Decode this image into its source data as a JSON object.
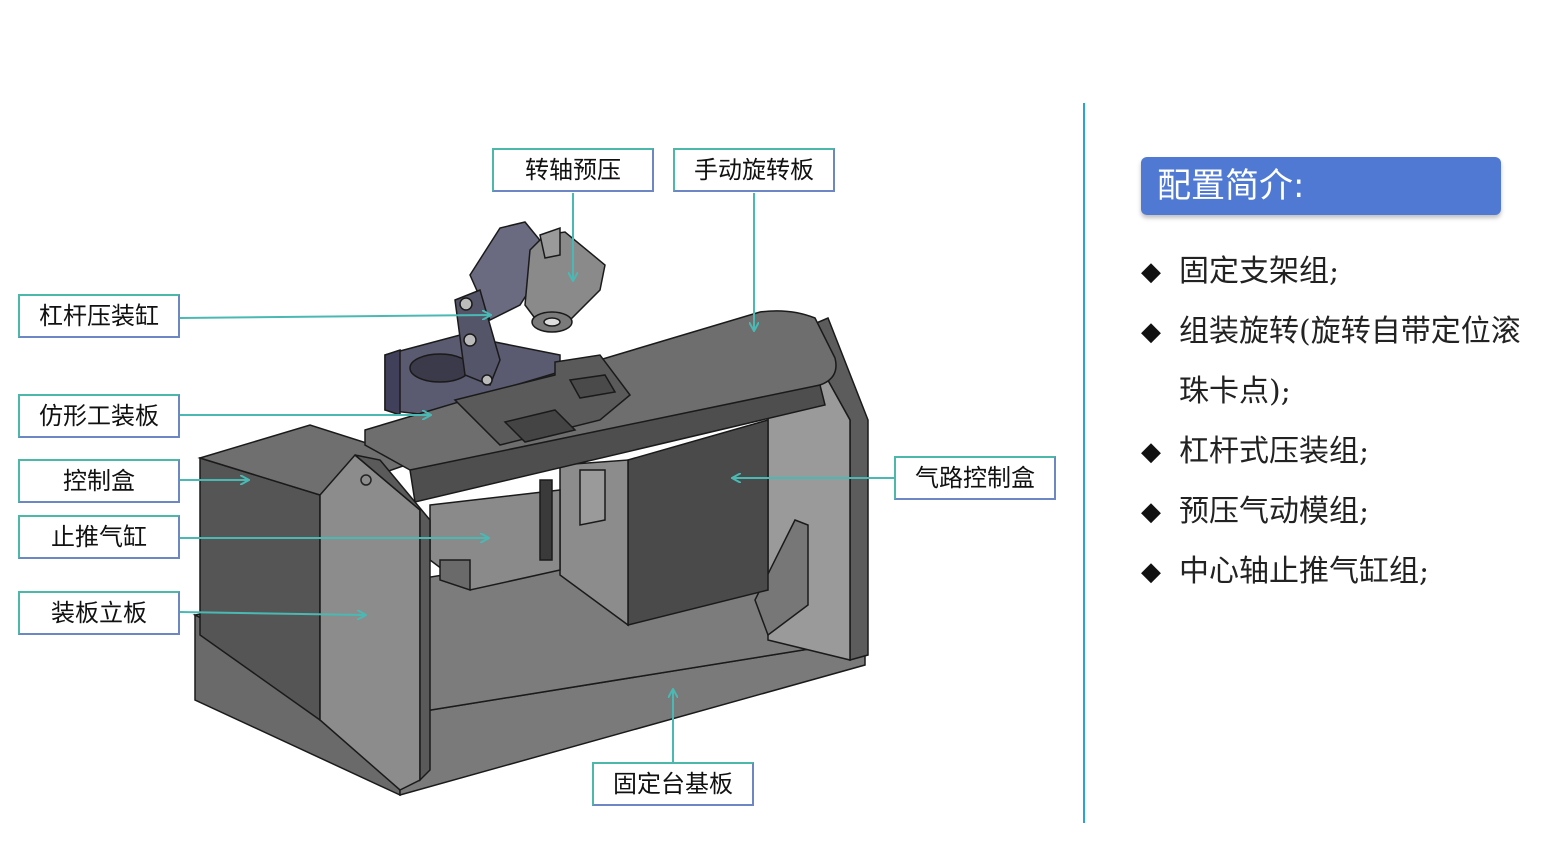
{
  "labels": {
    "pivot_preload": "转轴预压",
    "manual_rotate_plate": "手动旋转板",
    "lever_press_cylinder": "杠杆压装缸",
    "profile_fixture_plate": "仿形工装板",
    "control_box": "控制盒",
    "stop_push_cylinder": "止推气缸",
    "mount_upright_plate": "装板立板",
    "pneumatic_control_box": "气路控制盒",
    "fixed_base_plate": "固定台基板"
  },
  "config": {
    "title": "配置简介:",
    "bullet": "◆",
    "items": [
      "固定支架组;",
      "组装旋转(旋转自带定位滚珠卡点);",
      "杠杆式压装组;",
      "预压气动模组;",
      "中心轴止推气缸组;"
    ]
  },
  "colors": {
    "accent_blue": "#4f79d3",
    "divider": "#2aa3d8",
    "leader_line": "#4ab9b3",
    "callout_border": "#4bb8a9"
  }
}
